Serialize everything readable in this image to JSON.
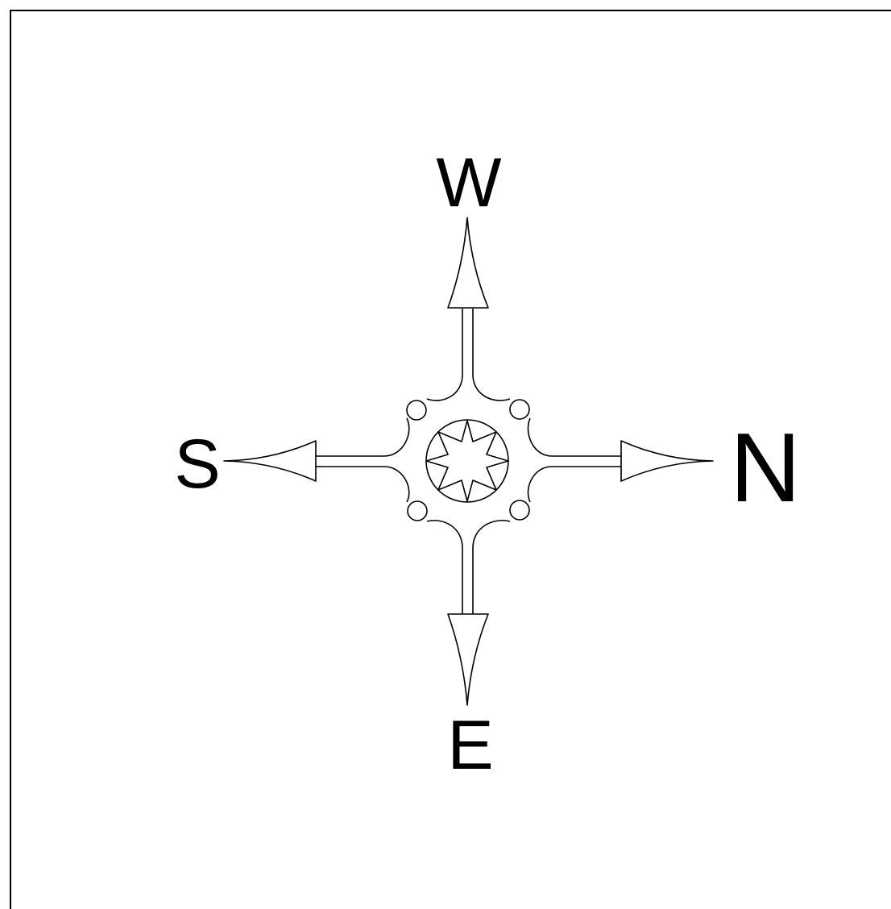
{
  "compass": {
    "labels": {
      "top": "W",
      "right": "N",
      "bottom": "E",
      "left": "S"
    }
  },
  "colors": {
    "stroke": "#000000",
    "background": "#ffffff"
  }
}
